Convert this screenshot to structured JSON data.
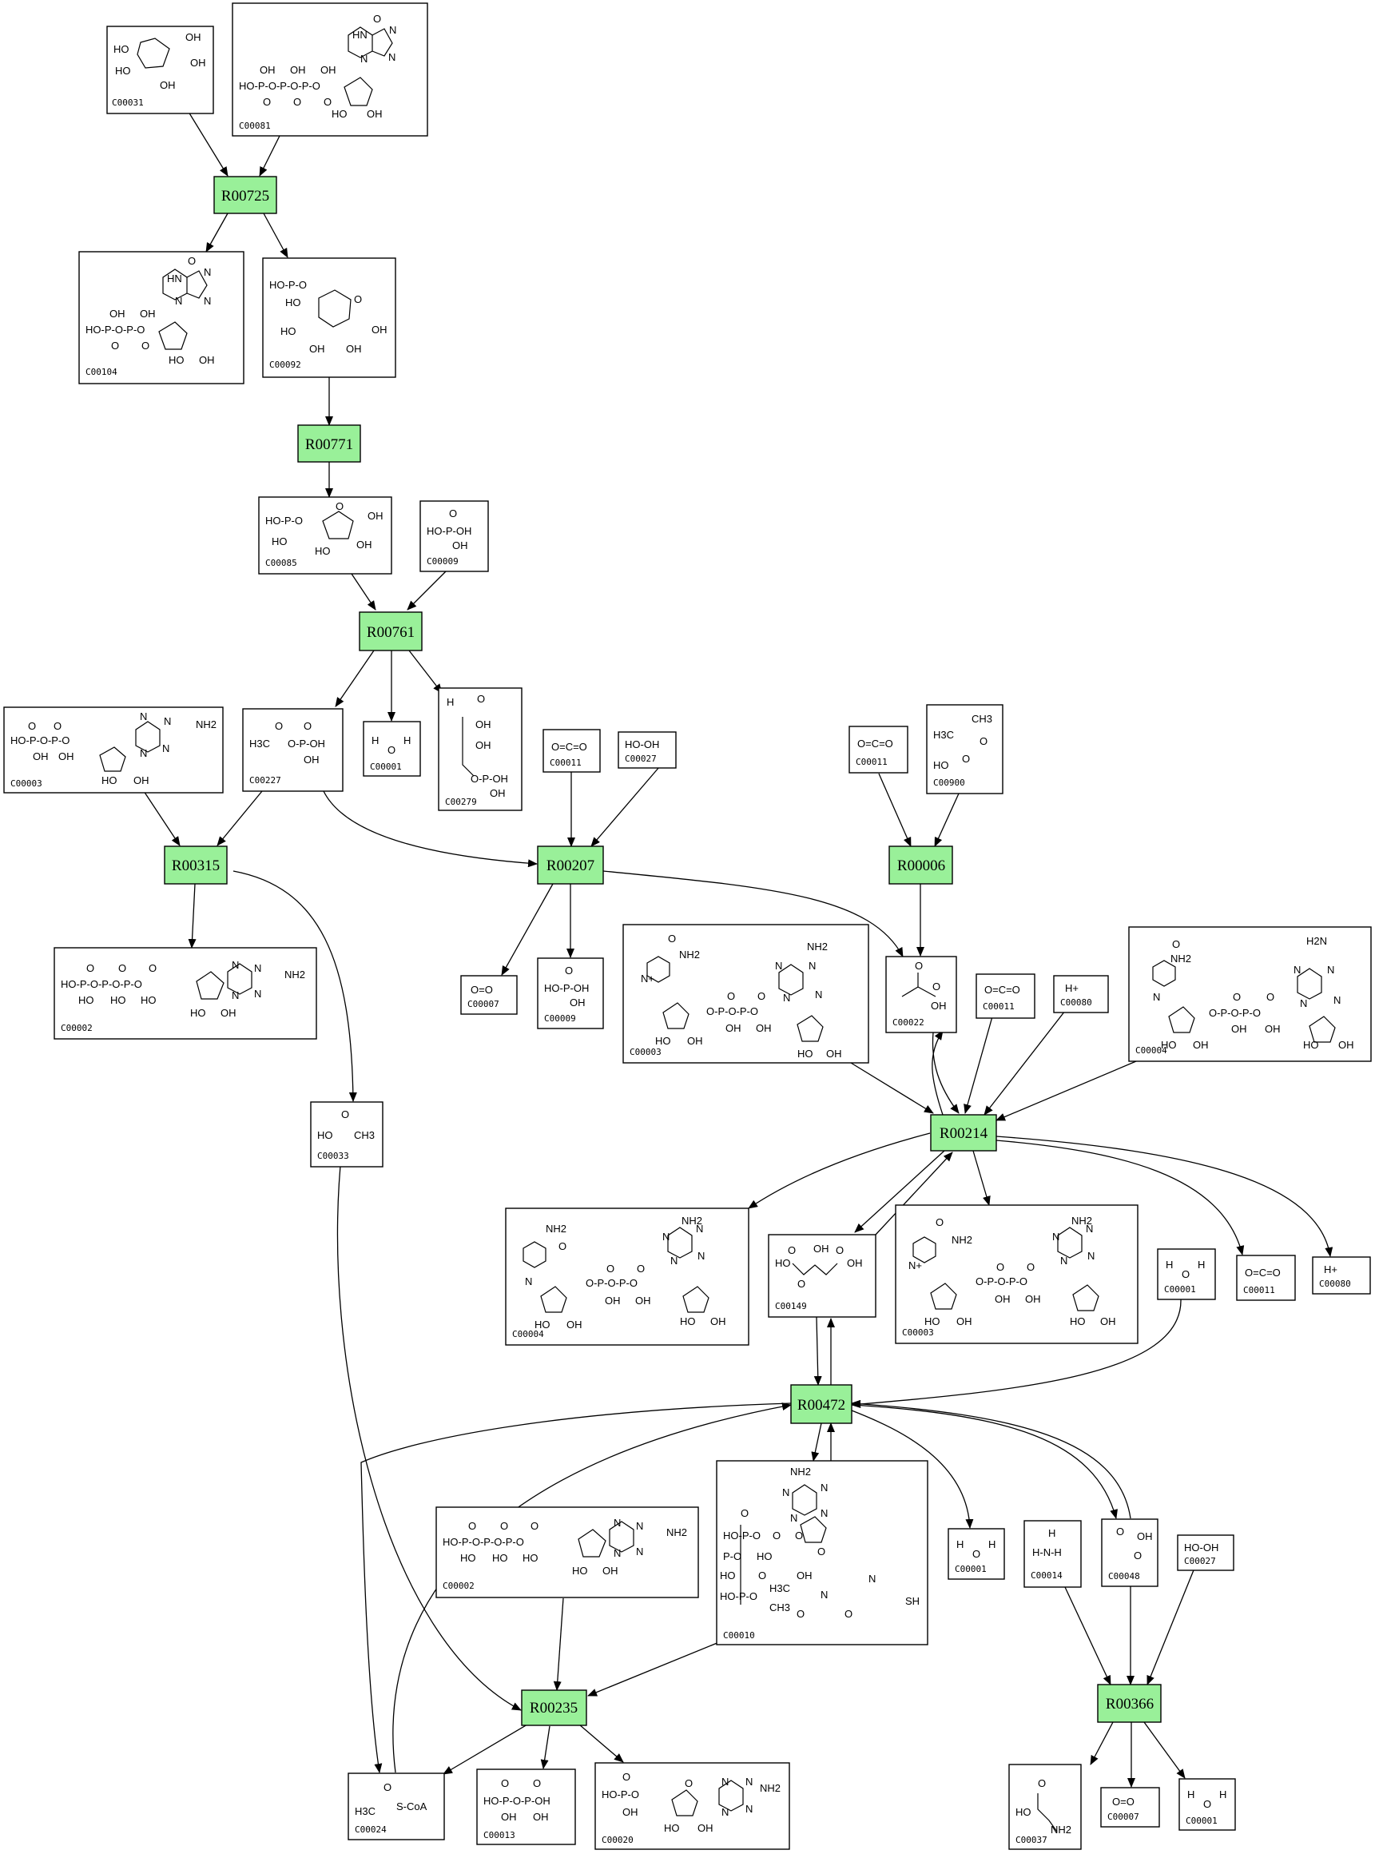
{
  "reactions": [
    {
      "id": "R00725",
      "label": "R00725"
    },
    {
      "id": "R00771",
      "label": "R00771"
    },
    {
      "id": "R00761",
      "label": "R00761"
    },
    {
      "id": "R00315",
      "label": "R00315"
    },
    {
      "id": "R00207",
      "label": "R00207"
    },
    {
      "id": "R00006",
      "label": "R00006"
    },
    {
      "id": "R00214",
      "label": "R00214"
    },
    {
      "id": "R00472",
      "label": "R00472"
    },
    {
      "id": "R00235",
      "label": "R00235"
    },
    {
      "id": "R00366",
      "label": "R00366"
    }
  ],
  "compounds": [
    {
      "id": "n1",
      "label": "C00031",
      "texts": [
        "HO",
        "OH",
        "OH",
        "HO",
        "OH"
      ]
    },
    {
      "id": "n2",
      "label": "C00081",
      "texts": [
        "O",
        "HN",
        "N",
        "N",
        "N",
        "OH",
        "OH",
        "OH",
        "HO-P-O-P-O-P-O",
        "O",
        "O",
        "O",
        "HO",
        "OH"
      ]
    },
    {
      "id": "n3",
      "label": "C00104",
      "texts": [
        "O",
        "HN",
        "N",
        "N",
        "N",
        "OH",
        "OH",
        "HO-P-O-P-O",
        "O",
        "O",
        "HO",
        "OH"
      ]
    },
    {
      "id": "n4",
      "label": "C00092",
      "texts": [
        "HO-P-O",
        "HO",
        "O",
        "HO",
        "OH",
        "OH",
        "OH"
      ]
    },
    {
      "id": "n5",
      "label": "C00085",
      "texts": [
        "HO-P-O",
        "HO",
        "O",
        "OH",
        "HO",
        "OH"
      ]
    },
    {
      "id": "n6",
      "label": "C00009",
      "texts": [
        "O",
        "HO-P-OH",
        "OH"
      ]
    },
    {
      "id": "n7",
      "label": "C00003",
      "texts": [
        "NH2",
        "N",
        "N",
        "N",
        "N",
        "O",
        "O",
        "HO-P-O-P-O",
        "OH",
        "OH",
        "HO",
        "OH"
      ]
    },
    {
      "id": "n8",
      "label": "C00227",
      "texts": [
        "O",
        "O",
        "H3C",
        "O-P-OH",
        "OH"
      ]
    },
    {
      "id": "n9",
      "label": "C00001",
      "texts": [
        "H",
        "O",
        "H"
      ]
    },
    {
      "id": "n10",
      "label": "C00279",
      "texts": [
        "H",
        "O",
        "OH",
        "OH",
        "O-P-OH",
        "OH"
      ]
    },
    {
      "id": "n11",
      "label": "C00011",
      "texts": [
        "O=C=O"
      ]
    },
    {
      "id": "n12",
      "label": "C00027",
      "texts": [
        "HO-OH"
      ]
    },
    {
      "id": "n13",
      "label": "C00011",
      "texts": [
        "O=C=O"
      ]
    },
    {
      "id": "n14",
      "label": "C00900",
      "texts": [
        "CH3",
        "H3C",
        "O",
        "HO",
        "O"
      ]
    },
    {
      "id": "n15",
      "label": "C00002",
      "texts": [
        "O",
        "O",
        "O",
        "HO-P-O-P-O-P-O",
        "HO",
        "HO",
        "HO",
        "NH2",
        "N",
        "N",
        "N",
        "N",
        "HO",
        "OH"
      ]
    },
    {
      "id": "n16",
      "label": "C00007",
      "texts": [
        "O=O"
      ]
    },
    {
      "id": "n17",
      "label": "C00009",
      "texts": [
        "O",
        "HO-P-OH",
        "OH"
      ]
    },
    {
      "id": "n18",
      "label": "C00003",
      "texts": [
        "O",
        "NH2",
        "N+",
        "NH2",
        "N",
        "N",
        "N",
        "N",
        "O",
        "O",
        "O-P-O-P-O",
        "OH",
        "OH",
        "HO",
        "OH",
        "HO",
        "OH"
      ]
    },
    {
      "id": "n19",
      "label": "C00022",
      "texts": [
        "O",
        "O",
        "OH"
      ]
    },
    {
      "id": "n20",
      "label": "C00011",
      "texts": [
        "O=C=O"
      ]
    },
    {
      "id": "n21",
      "label": "C00080",
      "texts": [
        "H+"
      ]
    },
    {
      "id": "n22",
      "label": "C00004",
      "texts": [
        "O",
        "NH2",
        "N",
        "H2N",
        "N",
        "N",
        "N",
        "N",
        "O",
        "O",
        "O-P-O-P-O",
        "OH",
        "OH",
        "HO",
        "OH",
        "HO",
        "OH"
      ]
    },
    {
      "id": "n23",
      "label": "C00033",
      "texts": [
        "O",
        "HO",
        "CH3"
      ]
    },
    {
      "id": "n24",
      "label": "C00004",
      "texts": [
        "NH2",
        "O",
        "N",
        "NH2",
        "N",
        "N",
        "N",
        "N",
        "O",
        "O",
        "O-P-O-P-O",
        "OH",
        "OH",
        "HO",
        "OH",
        "HO",
        "OH"
      ]
    },
    {
      "id": "n25",
      "label": "C00149",
      "texts": [
        "O",
        "OH",
        "O",
        "HO",
        "OH",
        "O"
      ]
    },
    {
      "id": "n26",
      "label": "C00003",
      "texts": [
        "O",
        "NH2",
        "N+",
        "NH2",
        "N",
        "N",
        "N",
        "N",
        "O",
        "O",
        "O-P-O-P-O",
        "OH",
        "OH",
        "HO",
        "OH",
        "HO",
        "OH"
      ]
    },
    {
      "id": "n27",
      "label": "C00001",
      "texts": [
        "H",
        "O",
        "H"
      ]
    },
    {
      "id": "n28",
      "label": "C00011",
      "texts": [
        "O=C=O"
      ]
    },
    {
      "id": "n29",
      "label": "C00080",
      "texts": [
        "H+"
      ]
    },
    {
      "id": "n30",
      "label": "C00002",
      "texts": [
        "O",
        "O",
        "O",
        "HO-P-O-P-O-P-O",
        "HO",
        "HO",
        "HO",
        "NH2",
        "N",
        "N",
        "N",
        "N",
        "HO",
        "OH"
      ]
    },
    {
      "id": "n31",
      "label": "C00010",
      "texts": [
        "NH2",
        "N",
        "N",
        "N",
        "N",
        "O",
        "HO-P-O",
        "O",
        "O",
        "P-O",
        "HO",
        "O",
        "HO",
        "O",
        "OH",
        "H3C",
        "CH3",
        "N",
        "N",
        "SH",
        "O",
        "O",
        "HO-P-O"
      ]
    },
    {
      "id": "n32",
      "label": "C00001",
      "texts": [
        "H",
        "O",
        "H"
      ]
    },
    {
      "id": "n33",
      "label": "C00014",
      "texts": [
        "H",
        "H-N-H"
      ]
    },
    {
      "id": "n34",
      "label": "C00048",
      "texts": [
        "O",
        "OH",
        "O"
      ]
    },
    {
      "id": "n35",
      "label": "C00027",
      "texts": [
        "HO-OH"
      ]
    },
    {
      "id": "n36",
      "label": "C00024",
      "texts": [
        "O",
        "H3C",
        "S-CoA"
      ]
    },
    {
      "id": "n37",
      "label": "C00013",
      "texts": [
        "O",
        "O",
        "HO-P-O-P-OH",
        "OH",
        "OH"
      ]
    },
    {
      "id": "n38",
      "label": "C00020",
      "texts": [
        "O",
        "HO-P-O",
        "OH",
        "NH2",
        "N",
        "N",
        "N",
        "N",
        "O",
        "HO",
        "OH"
      ]
    },
    {
      "id": "n39",
      "label": "C00037",
      "texts": [
        "O",
        "HO",
        "NH2"
      ]
    },
    {
      "id": "n40",
      "label": "C00007",
      "texts": [
        "O=O"
      ]
    },
    {
      "id": "n41",
      "label": "C00001",
      "texts": [
        "H",
        "O",
        "H"
      ]
    }
  ],
  "edges": [
    {
      "from": "n1",
      "to": "R00725"
    },
    {
      "from": "n2",
      "to": "R00725"
    },
    {
      "from": "R00725",
      "to": "n3"
    },
    {
      "from": "R00725",
      "to": "n4"
    },
    {
      "from": "n4",
      "to": "R00771"
    },
    {
      "from": "R00771",
      "to": "n5"
    },
    {
      "from": "n5",
      "to": "R00761"
    },
    {
      "from": "n6",
      "to": "R00761"
    },
    {
      "from": "R00761",
      "to": "n8"
    },
    {
      "from": "R00761",
      "to": "n9"
    },
    {
      "from": "R00761",
      "to": "n10"
    },
    {
      "from": "n7",
      "to": "R00315"
    },
    {
      "from": "n8",
      "to": "R00315"
    },
    {
      "from": "n8",
      "to": "R00207"
    },
    {
      "from": "n11",
      "to": "R00207"
    },
    {
      "from": "n12",
      "to": "R00207"
    },
    {
      "from": "n13",
      "to": "R00006"
    },
    {
      "from": "n14",
      "to": "R00006"
    },
    {
      "from": "R00315",
      "to": "n15"
    },
    {
      "from": "R00315",
      "to": "n23"
    },
    {
      "from": "R00207",
      "to": "n16"
    },
    {
      "from": "R00207",
      "to": "n17"
    },
    {
      "from": "R00207",
      "to": "n19"
    },
    {
      "from": "R00006",
      "to": "n19"
    },
    {
      "from": "n18",
      "to": "R00214"
    },
    {
      "from": "n19",
      "to": "R00214"
    },
    {
      "from": "R00214",
      "to": "n19"
    },
    {
      "from": "n20",
      "to": "R00214"
    },
    {
      "from": "n21",
      "to": "R00214"
    },
    {
      "from": "n22",
      "to": "R00214"
    },
    {
      "from": "R00214",
      "to": "n24"
    },
    {
      "from": "R00214",
      "to": "n25"
    },
    {
      "from": "n25",
      "to": "R00214"
    },
    {
      "from": "R00214",
      "to": "n26"
    },
    {
      "from": "R00214",
      "to": "n28"
    },
    {
      "from": "R00214",
      "to": "n29"
    },
    {
      "from": "n25",
      "to": "R00472"
    },
    {
      "from": "R00472",
      "to": "n25"
    },
    {
      "from": "n27",
      "to": "R00472"
    },
    {
      "from": "R00472",
      "to": "n31"
    },
    {
      "from": "n31",
      "to": "R00472"
    },
    {
      "from": "R00472",
      "to": "n32"
    },
    {
      "from": "R00472",
      "to": "n34"
    },
    {
      "from": "n34",
      "to": "R00472"
    },
    {
      "from": "R00472",
      "to": "n36"
    },
    {
      "from": "n36",
      "to": "R00472"
    },
    {
      "from": "n23",
      "to": "R00235"
    },
    {
      "from": "n30",
      "to": "R00235"
    },
    {
      "from": "n31",
      "to": "R00235"
    },
    {
      "from": "R00235",
      "to": "n36"
    },
    {
      "from": "R00235",
      "to": "n37"
    },
    {
      "from": "R00235",
      "to": "n38"
    },
    {
      "from": "n33",
      "to": "R00366"
    },
    {
      "from": "n34",
      "to": "R00366"
    },
    {
      "from": "n35",
      "to": "R00366"
    },
    {
      "from": "R00366",
      "to": "n39"
    },
    {
      "from": "R00366",
      "to": "n40"
    },
    {
      "from": "R00366",
      "to": "n41"
    }
  ]
}
